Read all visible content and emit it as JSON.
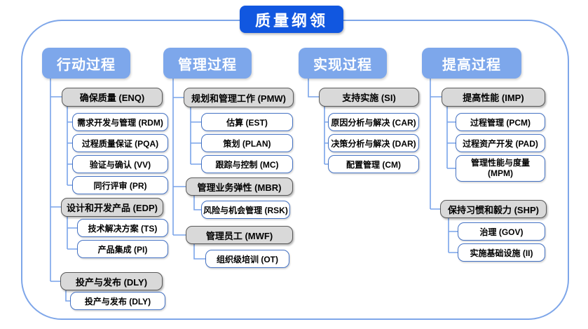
{
  "title": "质量纲领",
  "colors": {
    "title_bg": "#1157e0",
    "header_bg": "#7da7eb",
    "group_fill": "#d9d9d9",
    "group_border": "#595959",
    "leaf_border": "#4472c4",
    "connector": "#79a4ea",
    "frame_border": "#7ea6e9"
  },
  "columns": [
    {
      "header": "行动过程",
      "groups": [
        {
          "label": "确保质量 (ENQ)",
          "children": [
            "需求开发与管理 (RDM)",
            "过程质量保证 (PQA)",
            "验证与确认 (VV)",
            "同行评审 (PR)"
          ]
        },
        {
          "label": "设计和开发产品 (EDP)",
          "children": [
            "技术解决方案 (TS)",
            "产品集成 (PI)"
          ]
        },
        {
          "label": "投产与发布 (DLY)",
          "children": [
            "投产与发布 (DLY)"
          ]
        }
      ]
    },
    {
      "header": "管理过程",
      "groups": [
        {
          "label": "规划和管理工作 (PMW)",
          "children": [
            "估算 (EST)",
            "策划 (PLAN)",
            "跟踪与控制 (MC)"
          ]
        },
        {
          "label": "管理业务弹性 (MBR)",
          "children": [
            "风险与机会管理 (RSK)"
          ]
        },
        {
          "label": "管理员工 (MWF)",
          "children": [
            "组织级培训 (OT)"
          ]
        }
      ]
    },
    {
      "header": "实现过程",
      "groups": [
        {
          "label": "支持实施 (SI)",
          "children": [
            "原因分析与解决 (CAR)",
            "决策分析与解决 (DAR)",
            "配置管理 (CM)"
          ]
        }
      ]
    },
    {
      "header": "提高过程",
      "groups": [
        {
          "label": "提高性能 (IMP)",
          "children": [
            "过程管理 (PCM)",
            "过程资产开发 (PAD)",
            "管理性能与度量 (MPM)"
          ]
        },
        {
          "label": "保持习惯和毅力 (SHP)",
          "children": [
            "治理 (GOV)",
            "实施基础设施 (II)"
          ]
        }
      ]
    }
  ]
}
